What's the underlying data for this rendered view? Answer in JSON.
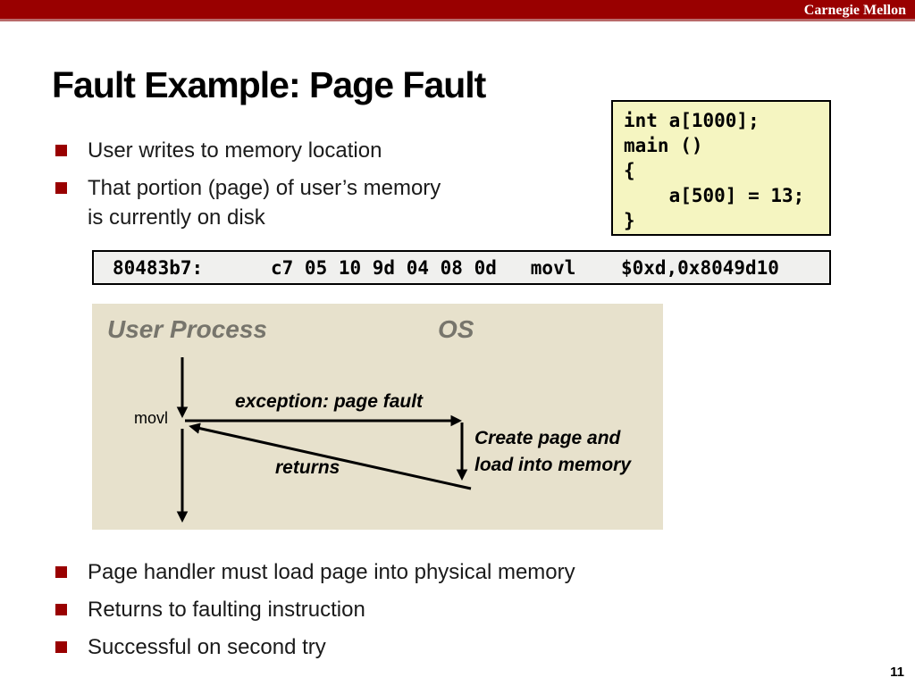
{
  "slide": {
    "brand": "Carnegie Mellon",
    "title": "Fault Example: Page Fault",
    "page_number": "11"
  },
  "colors": {
    "banner": "#990000",
    "banner_strip": "#b96a6a",
    "bullet_marker": "#990000",
    "code_box_bg": "#f5f5c1",
    "disasm_box_bg": "#f0f0ee",
    "diagram_bg": "#e7e1cc",
    "lane_header_gray": "#77756c"
  },
  "bullets_top": [
    {
      "lines": [
        "User writes to memory location"
      ]
    },
    {
      "lines": [
        "That portion (page) of user’s memory",
        "is currently on disk"
      ]
    }
  ],
  "code_box": {
    "code": "int a[1000];\nmain ()\n{\n    a[500] = 13;\n}"
  },
  "disassembly": {
    "line": "80483b7:      c7 05 10 9d 04 08 0d   movl    $0xd,0x8049d10"
  },
  "diagram": {
    "left_header": "User Process",
    "right_header": "OS",
    "instruction_label": "movl",
    "exception_label": "exception: page fault",
    "returns_label": "returns",
    "os_action_label": "Create page and\nload into memory"
  },
  "bullets_bottom": [
    {
      "lines": [
        "Page handler must load page into physical memory"
      ]
    },
    {
      "lines": [
        "Returns to faulting instruction"
      ]
    },
    {
      "lines": [
        "Successful on second try"
      ]
    }
  ]
}
